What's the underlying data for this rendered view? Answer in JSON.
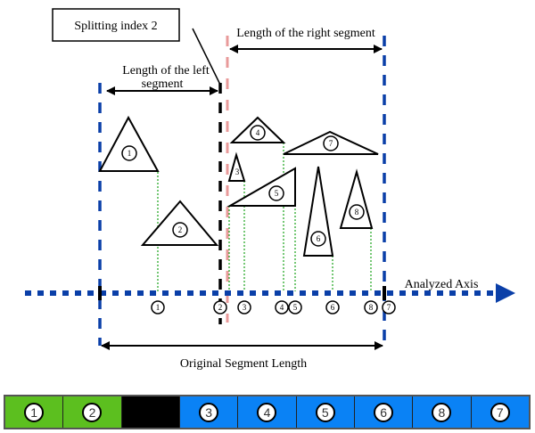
{
  "labels": {
    "splitting_index": "Splitting index 2",
    "left_segment": [
      "Length of the left",
      "segment"
    ],
    "right_segment": "Length of the right segment",
    "analyzed_axis": "Analyzed Axis",
    "original_segment": "Original Segment Length"
  },
  "colors": {
    "segment_boundary": "#0a3fa8",
    "split_line": "#000000",
    "right_start": "#e89a9a",
    "projection": "#1aa31a",
    "left_cell": "#5cbf1f",
    "right_cell": "#0a82f5",
    "gap_cell": "#000000"
  },
  "triangles": [
    {
      "id": "1"
    },
    {
      "id": "2"
    },
    {
      "id": "3"
    },
    {
      "id": "4"
    },
    {
      "id": "5"
    },
    {
      "id": "6"
    },
    {
      "id": "7"
    },
    {
      "id": "8"
    }
  ],
  "axis_order": [
    "1",
    "2",
    "3",
    "4",
    "5",
    "6",
    "8",
    "7"
  ],
  "sorted_bar": [
    {
      "label": "1",
      "group": "left"
    },
    {
      "label": "2",
      "group": "left"
    },
    {
      "label": "",
      "group": "gap"
    },
    {
      "label": "3",
      "group": "right"
    },
    {
      "label": "4",
      "group": "right"
    },
    {
      "label": "5",
      "group": "right"
    },
    {
      "label": "6",
      "group": "right"
    },
    {
      "label": "8",
      "group": "right"
    },
    {
      "label": "7",
      "group": "right"
    }
  ]
}
